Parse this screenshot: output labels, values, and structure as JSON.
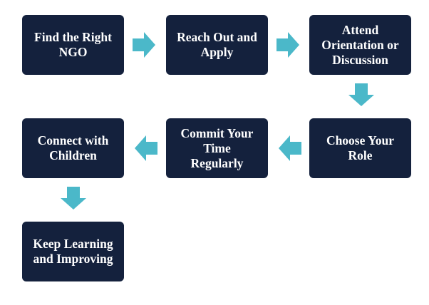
{
  "colors": {
    "box": "#14213d",
    "text": "#ffffff",
    "arrow": "#4bb8c9"
  },
  "steps": [
    {
      "label": "Find the Right\nNGO"
    },
    {
      "label": "Reach Out and\nApply"
    },
    {
      "label": "Attend\nOrientation or\nDiscussion"
    },
    {
      "label": "Choose Your\nRole"
    },
    {
      "label": "Commit Your\nTime\nRegularly"
    },
    {
      "label": "Connect with\nChildren"
    },
    {
      "label": "Keep Learning\nand Improving"
    }
  ],
  "arrows": [
    "right-arrow-icon",
    "right-arrow-icon",
    "down-arrow-icon",
    "left-arrow-icon",
    "left-arrow-icon",
    "down-arrow-icon"
  ]
}
